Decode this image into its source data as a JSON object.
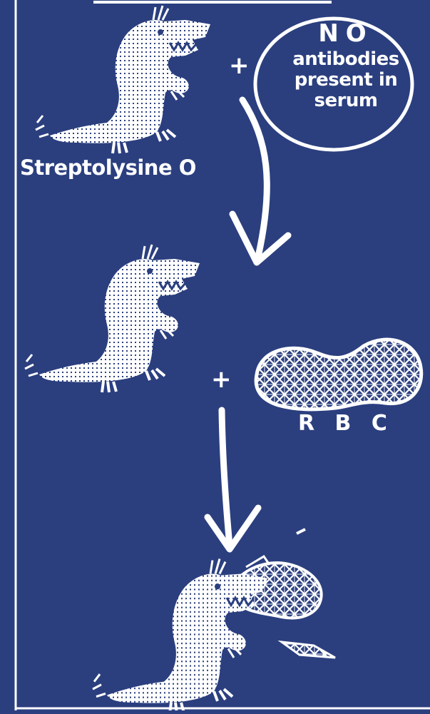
{
  "toxin_label": "Streptolysine O",
  "cell_label": "R B C",
  "bubble": {
    "line1": "NO",
    "line2": "antibodies",
    "line3": "present in",
    "line4": "serum"
  },
  "plus_sign": "+",
  "colors": {
    "background": "#2b3f7f",
    "foreground": "#ffffff"
  },
  "icons": [
    "dinosaur-toxin-icon",
    "red-blood-cell-icon",
    "arrow-down-icon",
    "speech-bubble-icon"
  ]
}
